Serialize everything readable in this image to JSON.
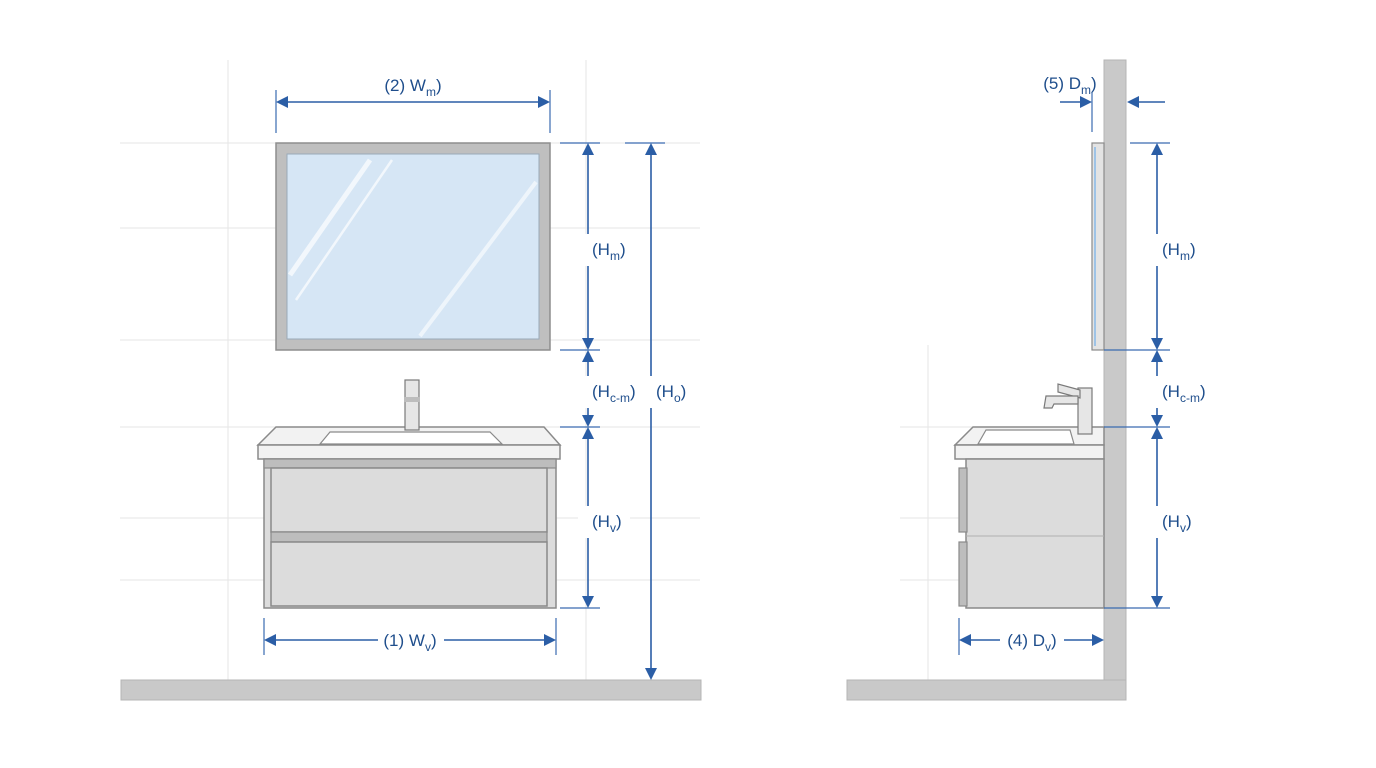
{
  "front_view": {
    "labels": {
      "mirror_width": {
        "prefix": "(2) W",
        "sub": "m",
        "suffix": ")"
      },
      "mirror_height": {
        "prefix": "(H",
        "sub": "m",
        "suffix": ")"
      },
      "clearance": {
        "prefix": "(H",
        "sub": "c-m",
        "suffix": ")"
      },
      "overall_height": {
        "prefix": "(H",
        "sub": "o",
        "suffix": ")"
      },
      "vanity_height": {
        "prefix": "(H",
        "sub": "v",
        "suffix": ")"
      },
      "vanity_width": {
        "prefix": "(1) W",
        "sub": "v",
        "suffix": ")"
      }
    }
  },
  "side_view": {
    "labels": {
      "mirror_depth": {
        "prefix": "(5) D",
        "sub": "m",
        "suffix": ")"
      },
      "mirror_height": {
        "prefix": "(H",
        "sub": "m",
        "suffix": ")"
      },
      "clearance": {
        "prefix": "(H",
        "sub": "c-m",
        "suffix": ")"
      },
      "vanity_height": {
        "prefix": "(H",
        "sub": "v",
        "suffix": ")"
      },
      "vanity_depth": {
        "prefix": "(4) D",
        "sub": "v",
        "suffix": ")"
      }
    }
  },
  "colors": {
    "dimension": "#2b5ea6",
    "mirror_glass": "#d6e6f5",
    "cabinet": "#dcdcdc",
    "wall": "#c9c9c9"
  },
  "icons": [
    "faucet-icon",
    "basin-icon"
  ]
}
